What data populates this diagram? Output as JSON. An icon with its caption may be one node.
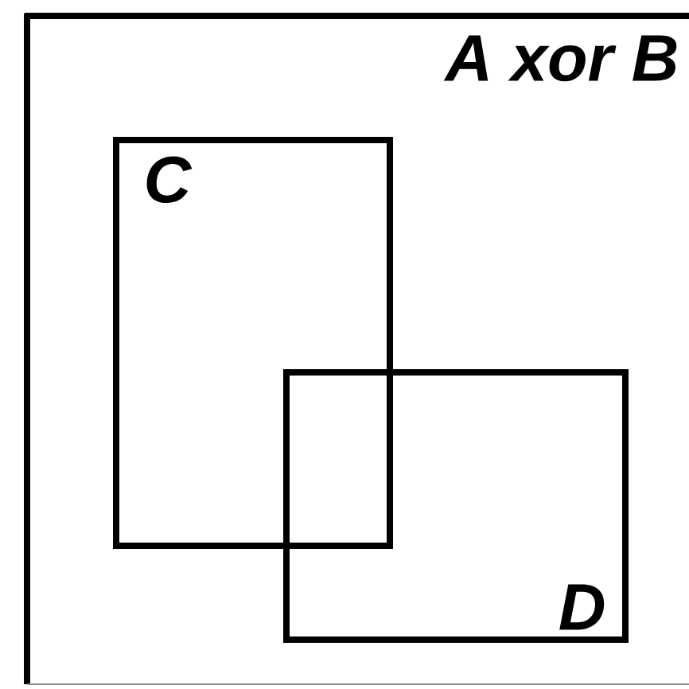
{
  "diagram": {
    "nodes": [
      {
        "text": [
          "A xor B"
        ]
      },
      {
        "text": [
          "C"
        ],
        "in": 0
      },
      {
        "text": [
          "D"
        ],
        "in": 0
      }
    ]
  }
}
